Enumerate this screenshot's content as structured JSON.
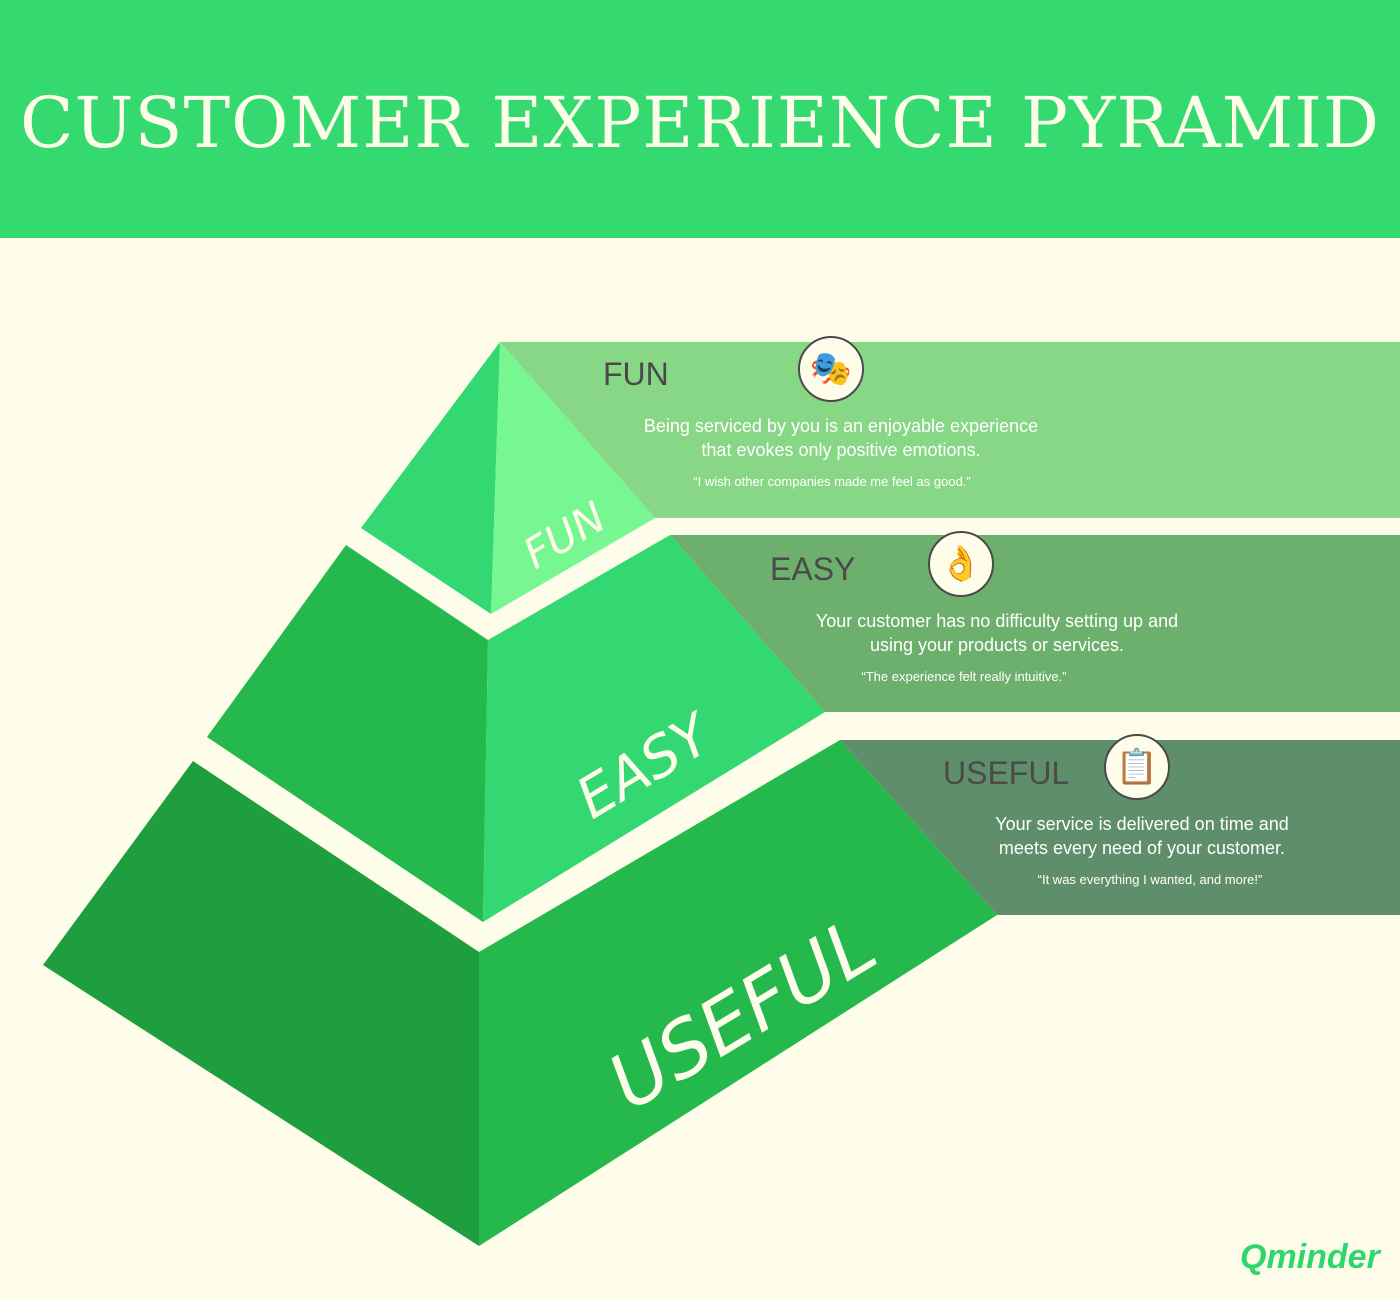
{
  "title": "CUSTOMER EXPERIENCE PYRAMID",
  "colors": {
    "header": "#34d96f",
    "background": "#fefde9"
  },
  "tiers": [
    {
      "label": "FUN",
      "title": "FUN",
      "icon": "theater-masks-icon",
      "description_lines": [
        "Being serviced by you is an enjoyable experience",
        "that evokes only positive emotions."
      ],
      "quote": "“I wish other companies made me feel as good.”"
    },
    {
      "label": "EASY",
      "title": "EASY",
      "icon": "finger-snap-icon",
      "description_lines": [
        "Your customer has no difficulty setting up and",
        "using your products or services."
      ],
      "quote": "“The experience felt really intuitive.”"
    },
    {
      "label": "USEFUL",
      "title": "USEFUL",
      "icon": "checklist-clipboard-icon",
      "description_lines": [
        "Your service is delivered on time and",
        "meets every need of your customer."
      ],
      "quote": "“It was everything I wanted, and more!”"
    }
  ],
  "logo": "Qminder"
}
